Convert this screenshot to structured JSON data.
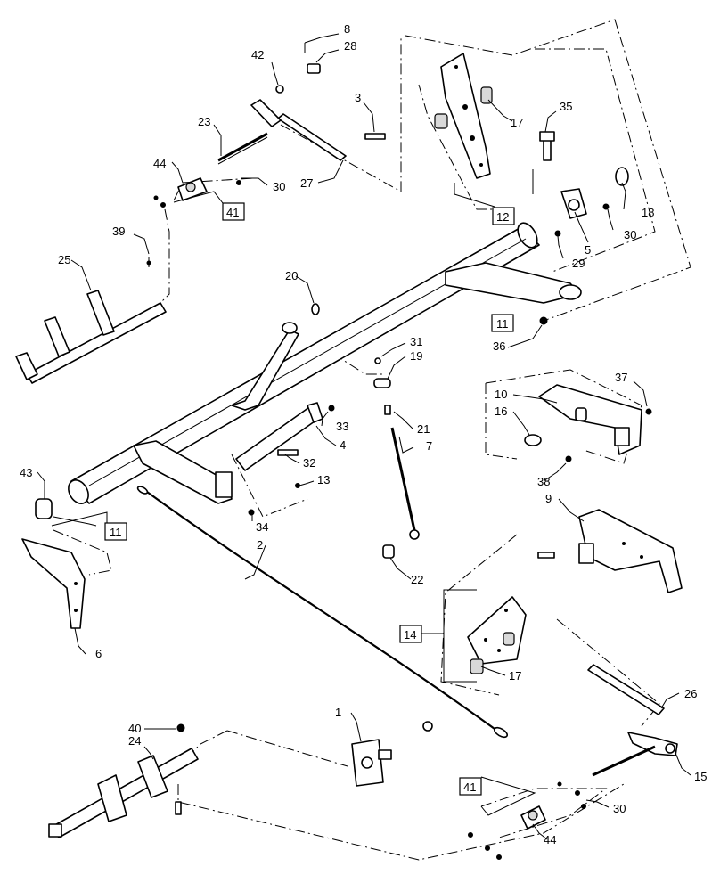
{
  "diagram": {
    "callouts": {
      "c1": "1",
      "c2": "2",
      "c3": "3",
      "c4": "4",
      "c5": "5",
      "c6": "6",
      "c7": "7",
      "c8": "8",
      "c9": "9",
      "c10": "10",
      "c13": "13",
      "c15": "15",
      "c16": "16",
      "c17a": "17",
      "c17b": "17",
      "c18": "18",
      "c19": "19",
      "c20": "20",
      "c21": "21",
      "c22": "22",
      "c23": "23",
      "c24": "24",
      "c25": "25",
      "c26": "26",
      "c27": "27",
      "c28": "28",
      "c29": "29",
      "c30a": "30",
      "c30b": "30",
      "c30c": "30",
      "c31": "31",
      "c32": "32",
      "c33": "33",
      "c34": "34",
      "c35": "35",
      "c36": "36",
      "c37": "37",
      "c38": "38",
      "c39": "39",
      "c40": "40",
      "c42": "42",
      "c43": "43",
      "c44a": "44",
      "c44b": "44"
    },
    "boxed_callouts": {
      "b11a": "11",
      "b11b": "11",
      "b12": "12",
      "b14": "14",
      "b41a": "41",
      "b41b": "41"
    }
  }
}
